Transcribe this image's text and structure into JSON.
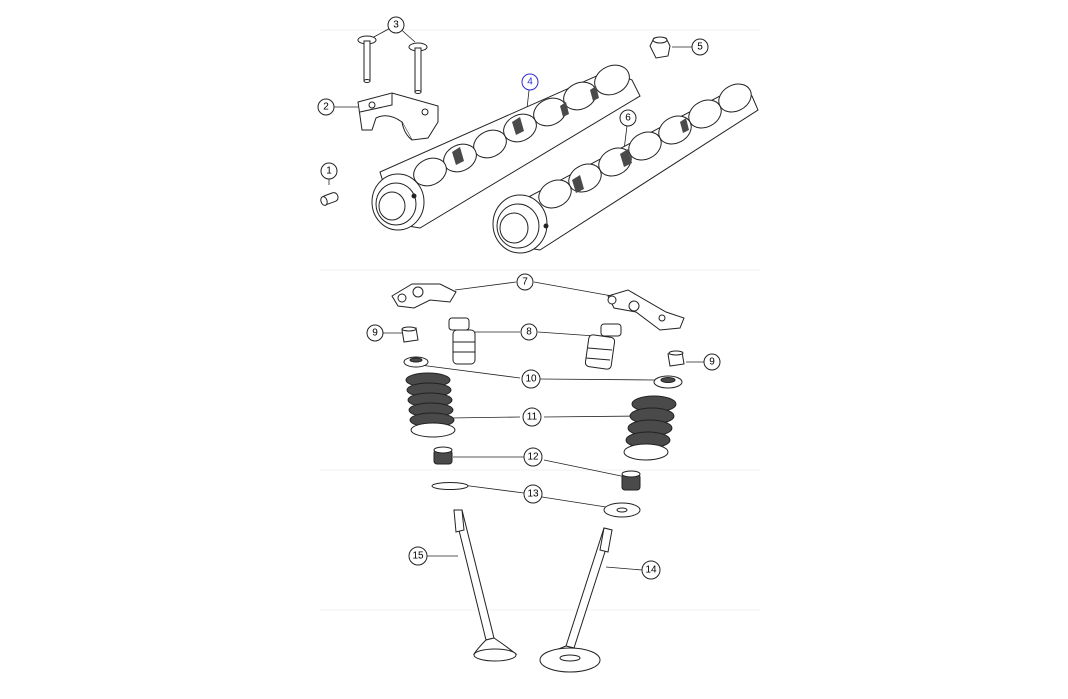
{
  "callouts": [
    {
      "id": "c1",
      "label": "1"
    },
    {
      "id": "c2",
      "label": "2"
    },
    {
      "id": "c3",
      "label": "3"
    },
    {
      "id": "c4",
      "label": "4",
      "highlight": true
    },
    {
      "id": "c5",
      "label": "5"
    },
    {
      "id": "c6",
      "label": "6"
    },
    {
      "id": "c7",
      "label": "7"
    },
    {
      "id": "c8",
      "label": "8"
    },
    {
      "id": "c9a",
      "label": "9"
    },
    {
      "id": "c9b",
      "label": "9"
    },
    {
      "id": "c10",
      "label": "10"
    },
    {
      "id": "c11",
      "label": "11"
    },
    {
      "id": "c12",
      "label": "12"
    },
    {
      "id": "c13",
      "label": "13"
    },
    {
      "id": "c14",
      "label": "14"
    },
    {
      "id": "c15",
      "label": "15"
    }
  ],
  "colors": {
    "line": "#222222",
    "fill": "#ffffff",
    "shade": "#4a4a4a",
    "highlight": "#2b2bd6",
    "watermark": "#eeeeee"
  }
}
